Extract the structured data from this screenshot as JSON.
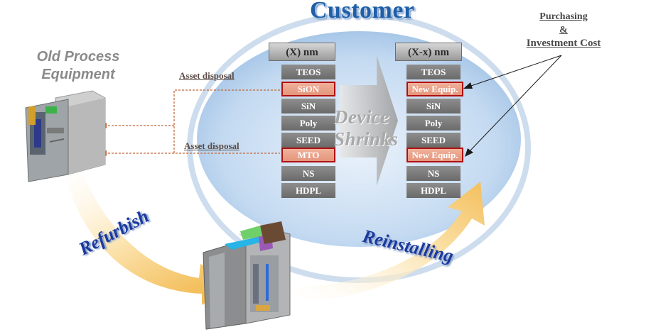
{
  "title": "Customer",
  "old_equipment": {
    "line1": "Old Process",
    "line2": "Equipment"
  },
  "purchasing": {
    "line1": "Purchasing",
    "line2": "&",
    "line3": "Investment Cost"
  },
  "asset_disposal": {
    "top": "Asset disposal",
    "bottom": "Asset disposal"
  },
  "left_column": {
    "header": "(X) nm",
    "cells": [
      "TEOS",
      "SiON",
      "SiN",
      "Poly",
      "SEED",
      "MTO",
      "NS",
      "HDPL"
    ]
  },
  "right_column": {
    "header": "(X-x) nm",
    "cells": [
      "TEOS",
      "New Equip.",
      "SiN",
      "Poly",
      "SEED",
      "New Equip.",
      "NS",
      "HDPL"
    ]
  },
  "device_shrinks": {
    "line1": "Device",
    "line2": "Shrinks"
  },
  "refurbish": "Refurbish",
  "reinstalling": "Reinstalling",
  "colors": {
    "title": "#1f5fa8",
    "ellipse": "#b9d3ef",
    "cell": "#7c7c7c",
    "highlight_fill": "#eba089",
    "highlight_border": "#b01010",
    "flow_arrow": "#f5c46a",
    "disposal_line": "#c2683a",
    "label_blue": "#1a3a9e"
  }
}
